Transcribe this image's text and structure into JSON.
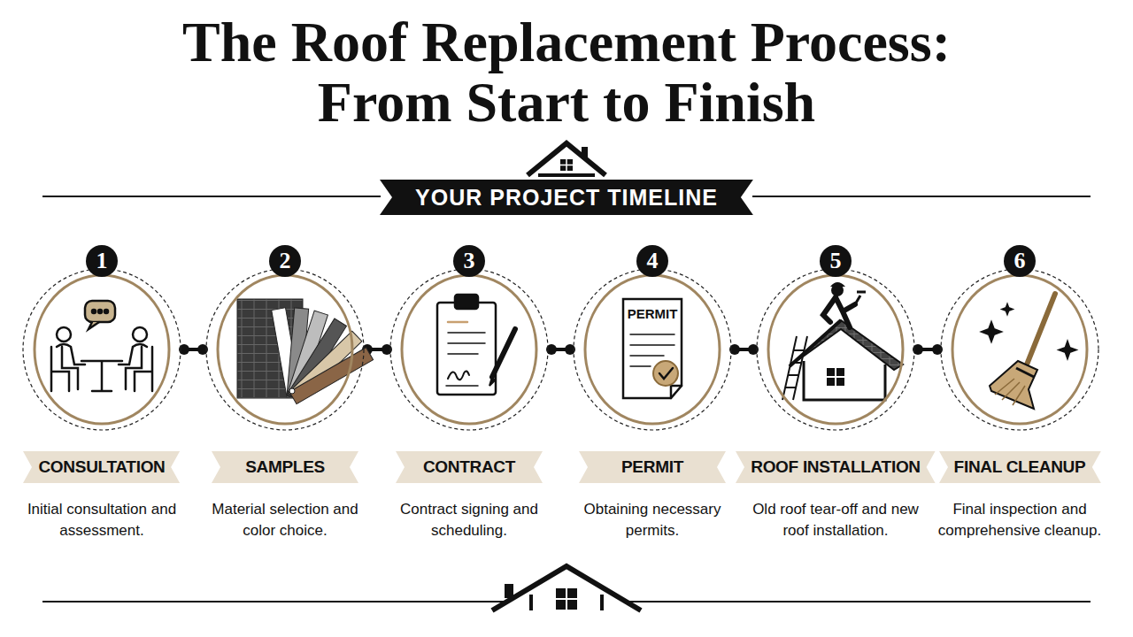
{
  "diagram": {
    "title": "The Roof Replacement Process: From Start to Finish",
    "nodes": [
      {
        "text": [
          "YOUR PROJECT TIMELINE"
        ]
      },
      {
        "text": [
          "1"
        ]
      },
      {
        "text": [
          "2"
        ]
      },
      {
        "text": [
          "3"
        ]
      },
      {
        "text": [
          "4"
        ]
      },
      {
        "text": [
          "5"
        ]
      },
      {
        "text": [
          "6"
        ]
      },
      {
        "text": [
          "CONSULTATION",
          "Initial consultation and assessment."
        ]
      },
      {
        "text": [
          "SAMPLES",
          "Material selection and color choice."
        ]
      },
      {
        "text": [
          "CONTRACT",
          "Contract signing and scheduling."
        ]
      },
      {
        "text": [
          "PERMIT",
          "Obtaining necessary permits."
        ]
      },
      {
        "text": [
          "ROOF INSTALLATION",
          "Old roof tear-off and new roof installation."
        ]
      },
      {
        "text": [
          "FINAL CLEANUP",
          "Final inspection and comprehensive cleanup."
        ]
      }
    ],
    "edges": [
      {
        "from": 1,
        "to": 2,
        "arrow": "none"
      },
      {
        "from": 2,
        "to": 3,
        "arrow": "none"
      },
      {
        "from": 3,
        "to": 4,
        "arrow": "none"
      },
      {
        "from": 4,
        "to": 5,
        "arrow": "none"
      },
      {
        "from": 5,
        "to": 6,
        "arrow": "none"
      }
    ],
    "labels": [
      "PERMIT"
    ]
  }
}
